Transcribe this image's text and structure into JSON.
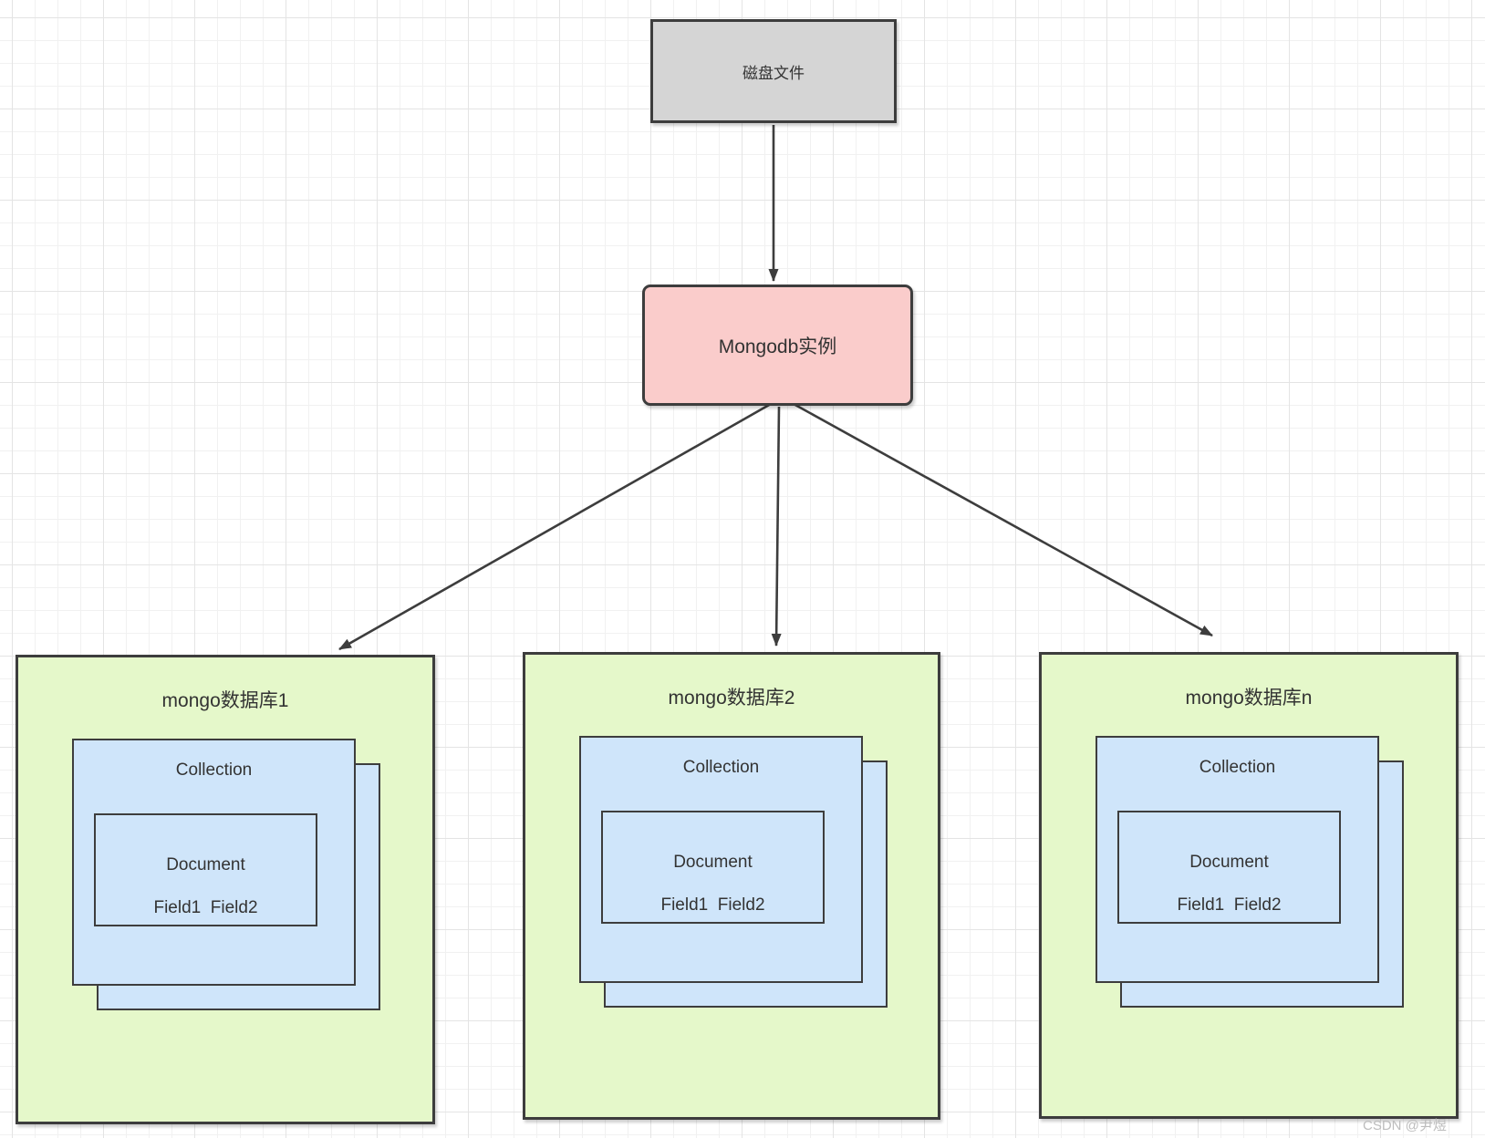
{
  "nodes": {
    "disk": {
      "label": "磁盘文件"
    },
    "instance": {
      "label": "Mongodb实例"
    },
    "databases": [
      {
        "label": "mongo数据库1",
        "collection": "Collection",
        "document": "Document",
        "fields": "Field1  Field2"
      },
      {
        "label": "mongo数据库2",
        "collection": "Collection",
        "document": "Document",
        "fields": "Field1  Field2"
      },
      {
        "label": "mongo数据库n",
        "collection": "Collection",
        "document": "Document",
        "fields": "Field1  Field2"
      }
    ]
  },
  "edges": [
    {
      "from": "disk",
      "to": "instance"
    },
    {
      "from": "instance",
      "to": "database-1"
    },
    {
      "from": "instance",
      "to": "database-2"
    },
    {
      "from": "instance",
      "to": "database-n"
    }
  ],
  "watermark": {
    "text": "CSDN @尹煜"
  },
  "colors": {
    "disk_fill": "#d5d5d5",
    "instance_fill": "#facccb",
    "database_fill": "#e5f8ca",
    "collection_fill": "#cfe5fa",
    "border": "#3d3d3d",
    "arrow": "#3d3d3d",
    "text": "#333333",
    "grid_minor": "#f1f1f1",
    "grid_major": "#e4e4e4",
    "watermark": "#bdbdbd"
  }
}
